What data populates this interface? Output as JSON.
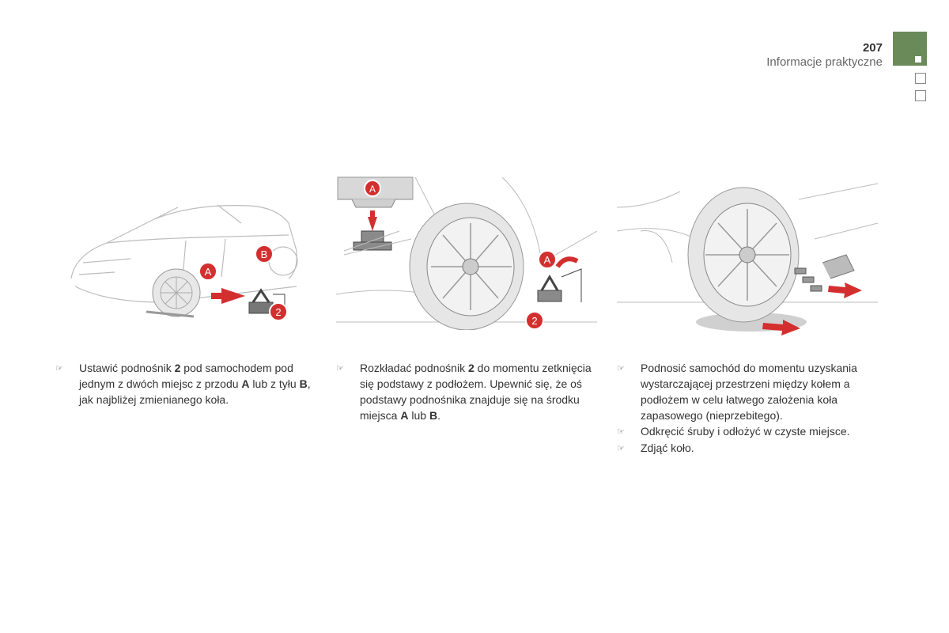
{
  "header": {
    "page_number": "207",
    "section_title": "Informacje praktyczne"
  },
  "colors": {
    "tab_green": "#6a8a5a",
    "marker_red": "#d32f2f"
  },
  "bullet_symbol": "☞",
  "figures": {
    "fig1": {
      "label_a": "A",
      "label_b": "B",
      "label_2": "2"
    },
    "fig2": {
      "label_a_top": "A",
      "label_a": "A",
      "label_2": "2"
    },
    "fig3": {}
  },
  "columns": [
    {
      "items": [
        {
          "runs": [
            {
              "t": "Ustawić podnośnik ",
              "b": false
            },
            {
              "t": "2",
              "b": true
            },
            {
              "t": " pod samochodem pod jednym z dwóch miejsc z przodu ",
              "b": false
            },
            {
              "t": "A",
              "b": true
            },
            {
              "t": " lub z tyłu ",
              "b": false
            },
            {
              "t": "B",
              "b": true
            },
            {
              "t": ", jak najbliżej zmienianego koła.",
              "b": false
            }
          ]
        }
      ]
    },
    {
      "items": [
        {
          "runs": [
            {
              "t": "Rozkładać podnośnik ",
              "b": false
            },
            {
              "t": "2",
              "b": true
            },
            {
              "t": " do momentu zetknięcia się podstawy z podłożem. Upewnić się, że oś podstawy podnośnika znajduje się na środku miejsca ",
              "b": false
            },
            {
              "t": "A",
              "b": true
            },
            {
              "t": " lub ",
              "b": false
            },
            {
              "t": "B",
              "b": true
            },
            {
              "t": ".",
              "b": false
            }
          ]
        }
      ]
    },
    {
      "items": [
        {
          "runs": [
            {
              "t": "Podnosić samochód do momentu uzyskania wystarczającej przestrzeni między kołem a podłożem w celu łatwego założenia koła zapasowego (nieprzebitego).",
              "b": false
            }
          ]
        },
        {
          "runs": [
            {
              "t": "Odkręcić śruby i odłożyć w czyste miejsce.",
              "b": false
            }
          ]
        },
        {
          "runs": [
            {
              "t": "Zdjąć koło.",
              "b": false
            }
          ]
        }
      ]
    }
  ]
}
